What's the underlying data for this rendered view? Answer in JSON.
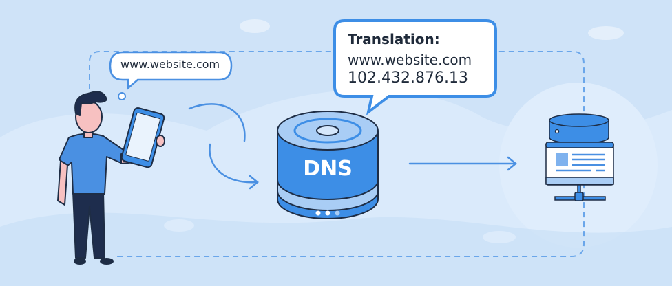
{
  "user_bubble": {
    "text": "www.website.com"
  },
  "dns_bubble": {
    "title": "Translation:",
    "domain": "www.website.com",
    "ip": "102.432.876.13"
  },
  "dns_server": {
    "label": "DNS"
  },
  "colors": {
    "background": "#cfe3f8",
    "accent": "#3d8ee6",
    "outline": "#1e2d45",
    "shirt": "#4a90e2",
    "pants": "#1e2d4d"
  }
}
